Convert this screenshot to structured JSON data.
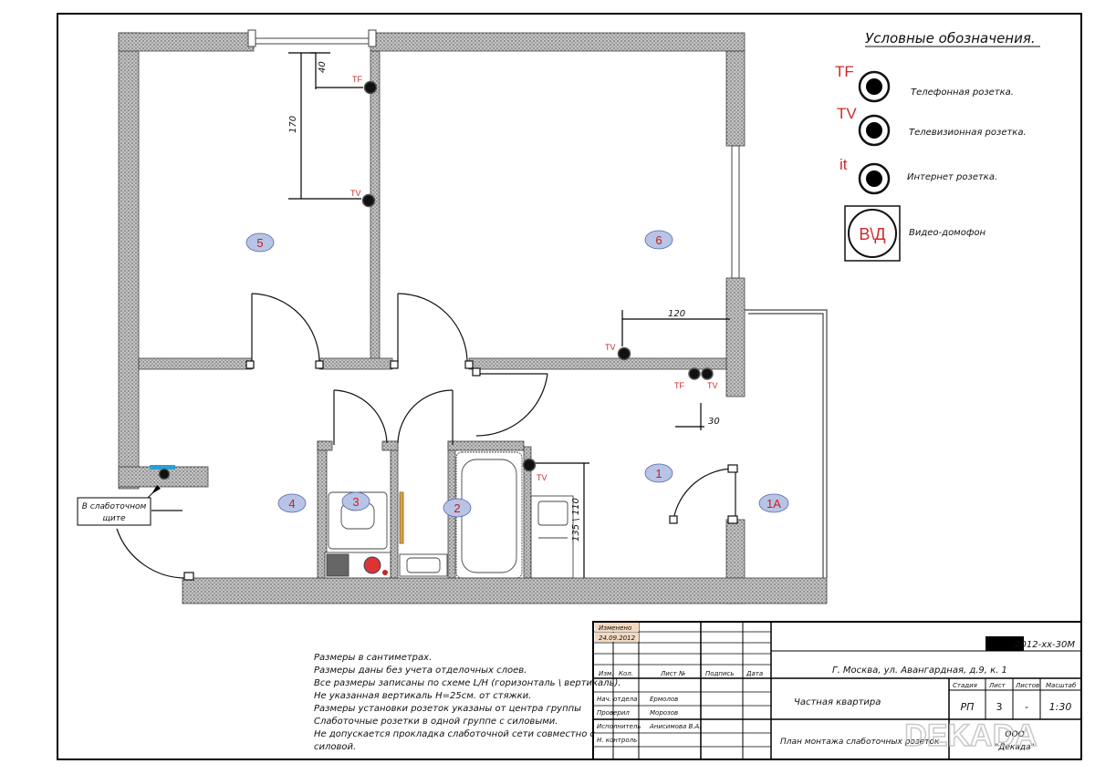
{
  "legend": {
    "title": "Условные обозначения.",
    "items": [
      {
        "code": "TF",
        "label": "Телефонная розетка."
      },
      {
        "code": "TV",
        "label": "Телевизионная розетка."
      },
      {
        "code": "it",
        "label": "Интернет розетка."
      },
      {
        "code": "В\\Д",
        "label": "Видео-домофон"
      }
    ]
  },
  "rooms": [
    "5",
    "6",
    "4",
    "3",
    "2",
    "1",
    "1A"
  ],
  "outlet_labels": {
    "tf": "TF",
    "tv": "TV"
  },
  "dimensions": {
    "d40": "40",
    "d170": "170",
    "d120": "120",
    "d30": "30",
    "d135": "135 \\ 110"
  },
  "callout": {
    "line1": "В слаботочном",
    "line2": "щите"
  },
  "notes": [
    "Размеры в сантиметрах.",
    "Размеры даны без учета отделочных слоев.",
    "Все размеры записаны по схеме L/H (горизонталь \\ вертикаль).",
    "Не указанная вертикаль H=25см. от стяжки.",
    "Размеры установки розеток указаны от центра группы",
    "Слаботочные розетки в одной группе с силовыми.",
    "Не допускается прокладка слаботочной сети совместно с",
    "силовой."
  ],
  "title_block": {
    "changed": "Изменено",
    "date": "24.09.2012",
    "project_code": "2012-хх-30М",
    "address": "Г. Москва, ул. Авангардная, д.9, к. 1",
    "headers": {
      "izm": "Изм.",
      "kol": "Кол.",
      "list": "Лист №",
      "podpis": "Подпись",
      "data": "Дата"
    },
    "roles": [
      {
        "role": "Нач. отдела",
        "name": "Ермолов"
      },
      {
        "role": "Проверил",
        "name": "Морозов"
      },
      {
        "role": "Исполнитель",
        "name": "Анисимова В.А."
      },
      {
        "role": "Н. контроль",
        "name": ""
      }
    ],
    "object": "Частная квартира",
    "sheet_title": "План монтажа слаботочных розеток",
    "stage_header": "Стадия",
    "sheet_header": "Лист",
    "sheets_header": "Листов",
    "scale_header": "Масштаб",
    "stage": "РП",
    "sheet": "3",
    "sheets": "-",
    "scale": "1:30",
    "org": "ООО",
    "org2": "\"Декада\"",
    "watermark": "DEKADA"
  }
}
